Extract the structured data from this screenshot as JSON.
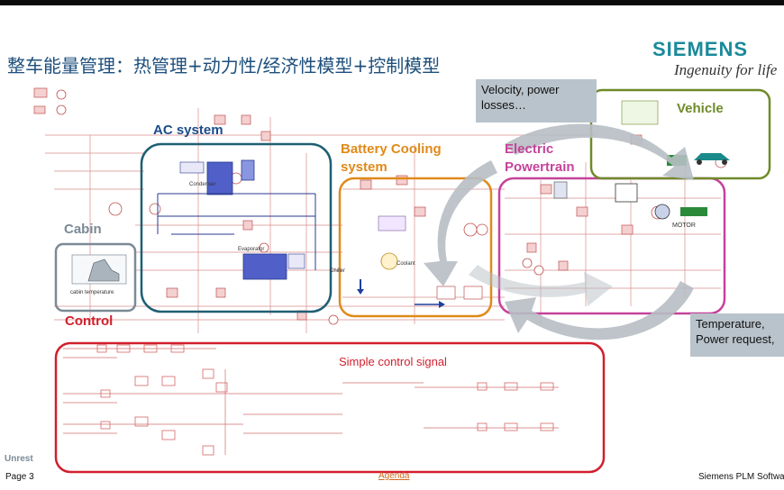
{
  "slide": {
    "title": "整车能量管理：热管理+动力性/经济性模型+控制模型",
    "page": "Page 3",
    "agenda": "Agenda",
    "footer_right": "Siemens PLM Softwa",
    "unrest": "Unrest"
  },
  "logo": {
    "brand": "SIEMENS",
    "tagline": "Ingenuity for life"
  },
  "callouts": {
    "top": "Velocity, power losses…",
    "bottom": "Temperature, Power request,"
  },
  "regions": {
    "ac": "AC system",
    "battery_line1": "Battery Cooling",
    "battery_line2": "system",
    "powertrain_line1": "Electric",
    "powertrain_line2": "Powertrain",
    "vehicle": "Vehicle",
    "cabin": "Cabin",
    "control": "Control",
    "control_signal": "Simple control signal"
  },
  "small_labels": {
    "motor": "MOTOR",
    "cabin_temperature": "cabin temperature",
    "evaporator": "Evaporator",
    "condenser": "Condenser",
    "coolant": "Coolant",
    "chiller": "Chiller"
  },
  "colors": {
    "ac": "#1f5f73",
    "battery": "#e08a1a",
    "powertrain": "#c4439a",
    "vehicle": "#6f8a2a",
    "cabin": "#7a8a96",
    "control": "#d11f2c",
    "blue_text": "#1a4c8c",
    "arrow": "#aab2b8"
  }
}
